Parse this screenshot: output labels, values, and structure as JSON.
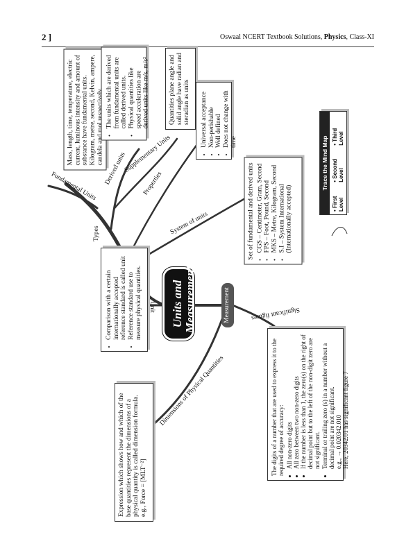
{
  "header": {
    "page_number": "2 ]",
    "publisher": "Oswaal NCERT Textbook Solutions, ",
    "subject": "Physics",
    "class_label": ", Class-XI"
  },
  "center": {
    "line1": "Units and",
    "line2": "Measurement",
    "measurement_label": "Measurement"
  },
  "branches": {
    "unit": "Unit",
    "types": "Types",
    "fundamental_units": "Fundamental Units",
    "derived_units": "Derived units",
    "supplementary_units": "Supplementary Units",
    "properties": "Properties",
    "system_of_units": "System of units",
    "significant_figures": "Significant figures",
    "dimensions": "Dimensions of Physical Quantities"
  },
  "fundamental_box": {
    "text": "Mass, length, time, temperature, electric current, luminous intensity and amount of substance have fundamental units. Kilogram, metre, second, Kelvin, ampere, candela and mol respectively."
  },
  "derived_box": {
    "item1": "The units which are derived from fundamental units are called derived units.",
    "item2": "Physical quantities like speed acceleration are derived units like m/s, m/s²"
  },
  "supplementary_box": {
    "text": "Quantities plane angle and solid angle have radian and steradian as units"
  },
  "properties_box": {
    "item1": "Universal acceptance",
    "item2": "Non-perishable",
    "item3": "Well defined",
    "item4": "Does not change with time"
  },
  "systems_box": {
    "title": "Set of fundamental and derived units",
    "item1": "CGS – Centimeter, Gram, Second",
    "item2": "FPS – Foot, Pound, Second",
    "item3": "MKS – Metre, Kilogram, Second",
    "item4": "S.I – System International (Internationally accepted)"
  },
  "unit_box": {
    "item1": "Comparison with a certain internationally accepted reference standard is called unit",
    "item2": "Reference standard use to measure physical quantities."
  },
  "significant_box": {
    "intro": "The digits of a number that are used to express it to the required degree of accuracy:",
    "item1": "All non-zero digits",
    "item2": "All zero between two non-zero digits",
    "item3": "If the number is less than 1, the zero(s) on the right of decimal point but to the left of the non-digit zero are not significant.",
    "item4": "Terminal or trailing zero (s) in a number without a decimal point are not significant.",
    "item5": "e.g., → 0.020342.010",
    "item6": "Here, 20342.01 has significant figure 7"
  },
  "dimension_box": {
    "text": "Expression which shows how and which of the base quantities represent the dimensions of a physical quantity is called dimension formula.",
    "example": "e.g., Force = [MLT⁻²]"
  },
  "trace": {
    "title": "Trace the Mind Map",
    "level1": "• First Level",
    "level2": "• Second Level",
    "level3": "• Third Level"
  }
}
